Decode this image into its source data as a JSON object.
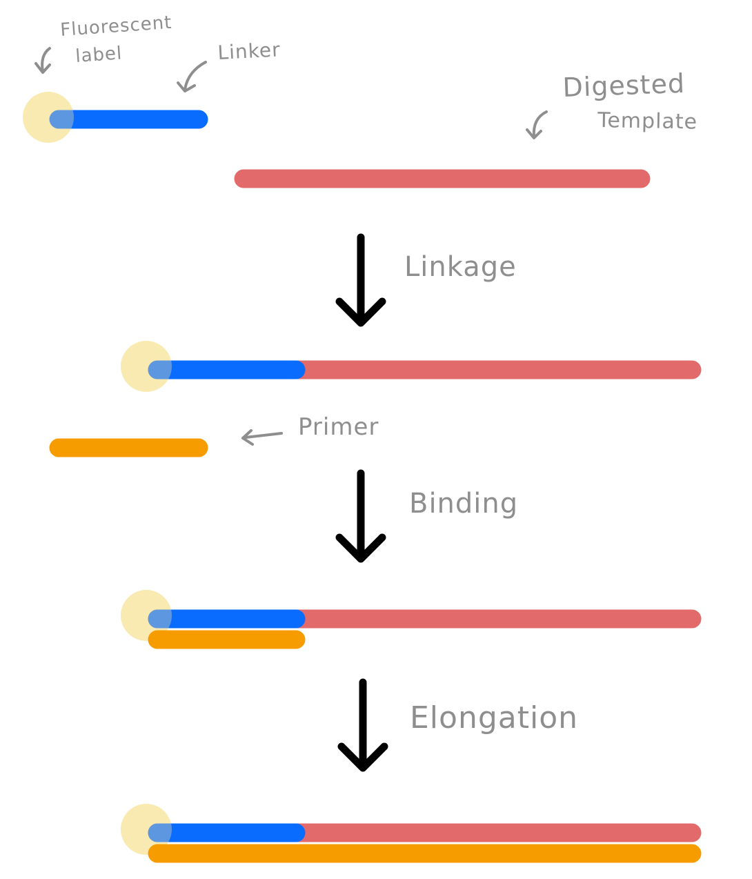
{
  "labels": {
    "fluorescent_line1": "Fluorescent",
    "fluorescent_line2": "label",
    "linker": "Linker",
    "digested_line1": "Digested",
    "digested_line2": "Template",
    "primer": "Primer",
    "step_linkage": "Linkage",
    "step_binding": "Binding",
    "step_elongation": "Elongation"
  },
  "colors": {
    "linker": "#0a6cff",
    "template": "#e36a6a",
    "primer": "#f79c00",
    "fluorescent": "#f8e7a6",
    "arrow": "#000000",
    "annotation": "#8e8e8e"
  }
}
